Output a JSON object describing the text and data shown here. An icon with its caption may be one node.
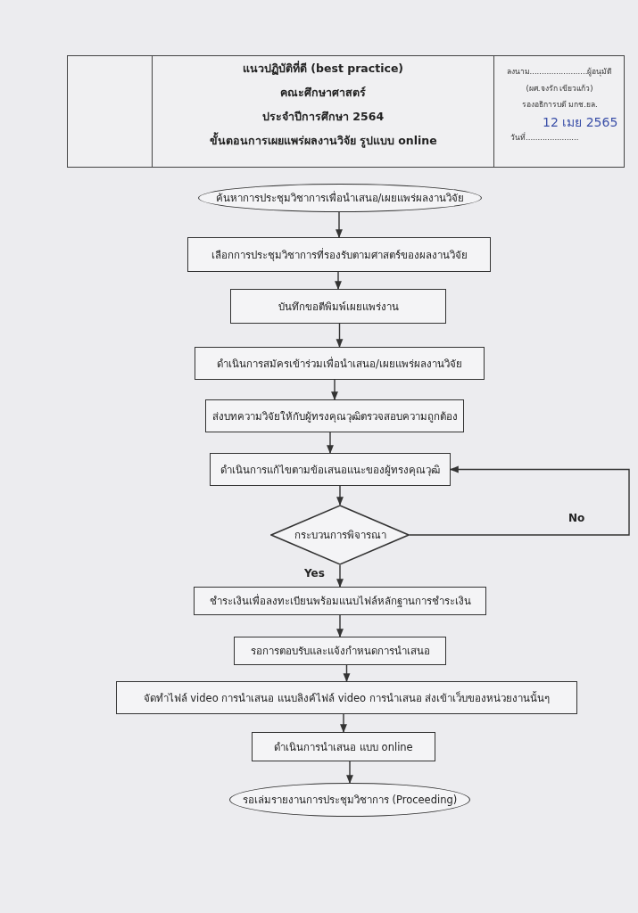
{
  "diagram": {
    "nodes": [
      {
        "text": [
          "ค้นหาการประชุมวิชาการเพื่อนำเสนอ/เผยแพร่ผลงานวิจัย"
        ]
      },
      {
        "text": [
          "เลือกการประชุมวิชาการที่รองรับตามศาสตร์ของผลงานวิจัย"
        ]
      },
      {
        "text": [
          "บันทึกขอตีพิมพ์เผยแพร่งาน"
        ]
      },
      {
        "text": [
          "ดำเนินการสมัครเข้าร่วมเพื่อนำเสนอ/เผยแพร่ผลงานวิจัย"
        ]
      },
      {
        "text": [
          "ส่งบทความวิจัยให้กับผู้ทรงคุณวุฒิตรวจสอบความถูกต้อง"
        ]
      },
      {
        "text": [
          "ดำเนินการแก้ไขตามข้อเสนอแนะของผู้ทรงคุณวุฒิ"
        ]
      },
      {
        "text": [
          "กระบวนการพิจารณา"
        ]
      },
      {
        "text": [
          "ชำระเงินเพื่อลงทะเบียนพร้อมแนบไฟล์หลักฐานการชำระเงิน"
        ]
      },
      {
        "text": [
          "รอการตอบรับและแจ้งกำหนดการนำเสนอ"
        ]
      },
      {
        "text": [
          "จัดทำไฟล์ video การนำเสนอ แนบลิงค์ไฟล์ video การนำเสนอ ส่งเข้าเว็บของหน่วยงานนั้นๆ"
        ]
      },
      {
        "text": [
          "ดำเนินการนำเสนอ แบบ online"
        ]
      },
      {
        "text": [
          "รอเล่มรายงานการประชุมวิชาการ (Proceeding)"
        ]
      }
    ],
    "edges": [
      {
        "from": 0,
        "to": 1,
        "arrow": "to"
      },
      {
        "from": 1,
        "to": 2,
        "arrow": "to"
      },
      {
        "from": 2,
        "to": 3,
        "arrow": "to"
      },
      {
        "from": 3,
        "to": 4,
        "arrow": "to"
      },
      {
        "from": 4,
        "to": 5,
        "arrow": "to"
      },
      {
        "from": 5,
        "to": 6,
        "arrow": "to"
      },
      {
        "from": 6,
        "to": 7,
        "arrow": "to",
        "label": "Yes"
      },
      {
        "from": 6,
        "to": 5,
        "arrow": "to",
        "label": "No"
      },
      {
        "from": 7,
        "to": 8,
        "arrow": "to"
      },
      {
        "from": 8,
        "to": 9,
        "arrow": "to"
      },
      {
        "from": 9,
        "to": 10,
        "arrow": "to"
      },
      {
        "from": 10,
        "to": 11,
        "arrow": "to"
      }
    ],
    "labels": [
      "แนวปฏิบัติที่ดี (best practice)",
      "คณะศึกษาศาสตร์",
      "ประจำปีการศึกษา 2564",
      "ขั้นตอนการเผยแพร่ผลงานวิจัย รูปแบบ online",
      "ลงนาม........................ผู้อนุมัติ",
      "(ผศ.จงรัก เขียวแก้ว)",
      "รองอธิการบดี มกช.ยล.",
      "วันที่......................",
      "12 เมย 2565"
    ]
  }
}
